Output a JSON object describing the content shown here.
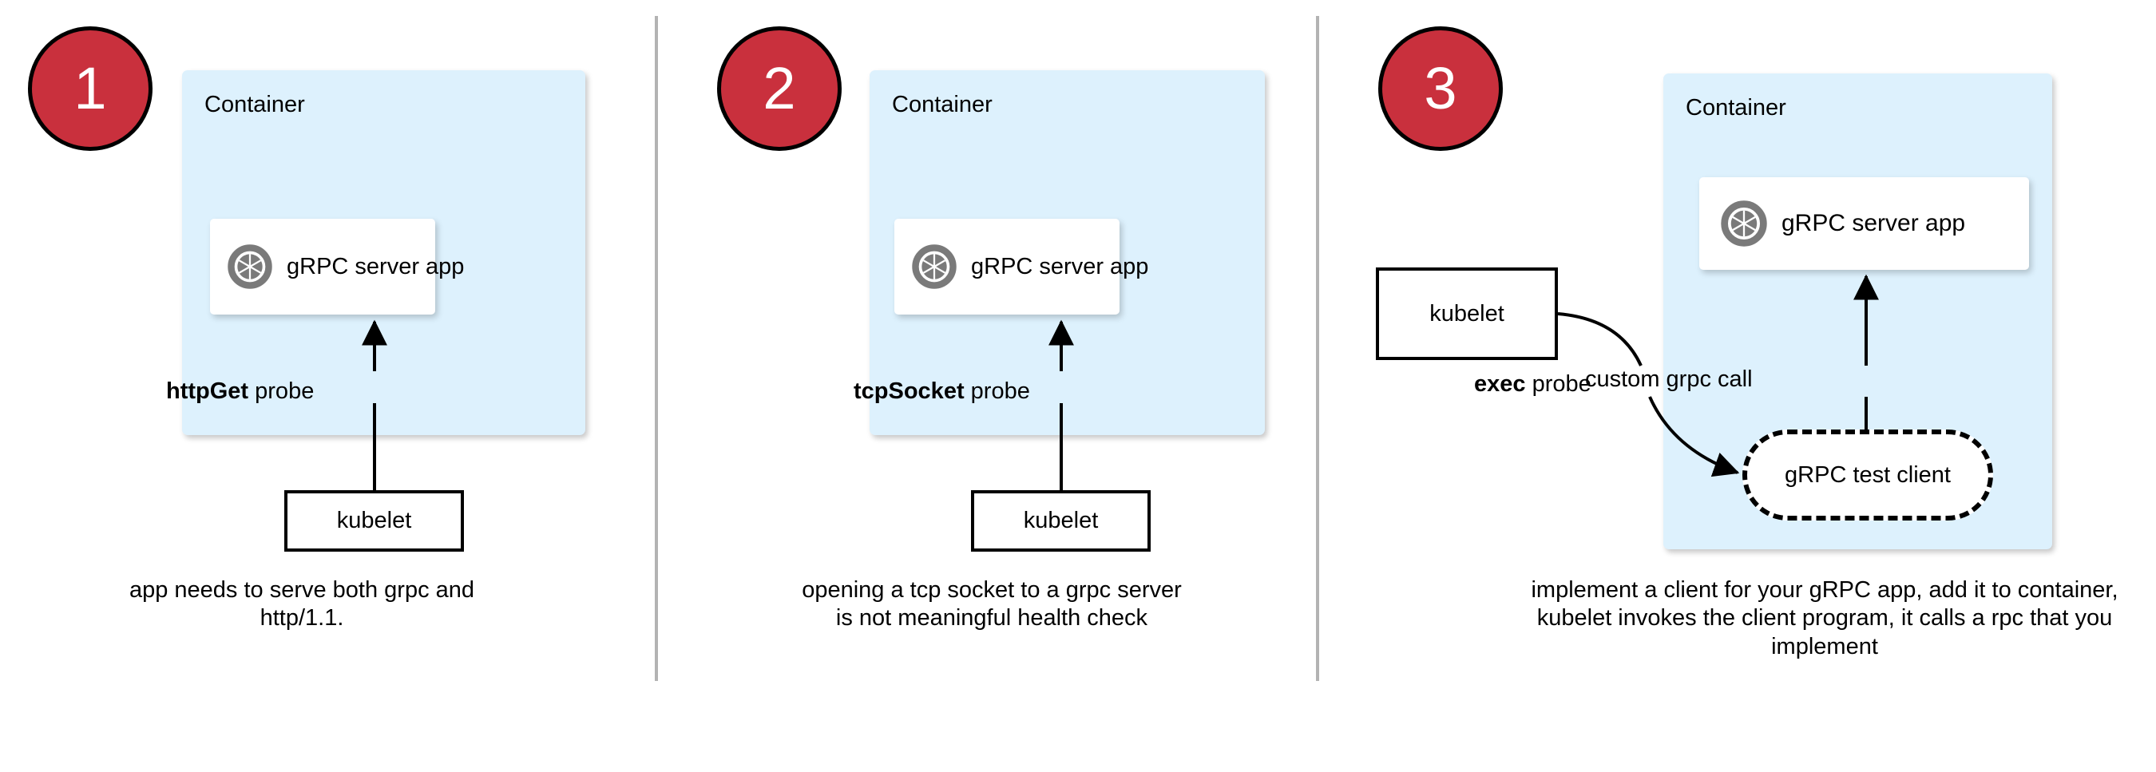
{
  "diagram": {
    "title": "gRPC health check probe approaches",
    "colors": {
      "badge_fill": "#c9303d",
      "badge_text": "#ffffff",
      "container_fill": "#ddf1fd",
      "app_card_fill": "#ffffff",
      "logo_gray": "#7a7a7a",
      "stroke": "#000000",
      "divider": "#b3b3b3"
    },
    "panels": [
      {
        "badge": "1",
        "container_label": "Container",
        "app_card_label": "gRPC server app",
        "app_card_icon": "grpc-aperture-icon",
        "probe_label_bold": "httpGet",
        "probe_label_rest": " probe",
        "kubelet_label": "kubelet",
        "caption": "app needs to serve both grpc and http/1.1."
      },
      {
        "badge": "2",
        "container_label": "Container",
        "app_card_label": "gRPC server app",
        "app_card_icon": "grpc-aperture-icon",
        "probe_label_bold": "tcpSocket",
        "probe_label_rest": " probe",
        "kubelet_label": "kubelet",
        "caption": "opening a tcp socket to a grpc server is not meaningful health check"
      },
      {
        "badge": "3",
        "container_label": "Container",
        "app_card_label": "gRPC server app",
        "app_card_icon": "grpc-aperture-icon",
        "probe_label_bold": "exec",
        "probe_label_rest": " probe",
        "kubelet_label": "kubelet",
        "test_client_label": "gRPC test client",
        "grpc_call_label": "custom grpc call",
        "caption": "implement a client for your gRPC app, add it to container, kubelet invokes the client program, it calls a rpc that you implement"
      }
    ]
  }
}
